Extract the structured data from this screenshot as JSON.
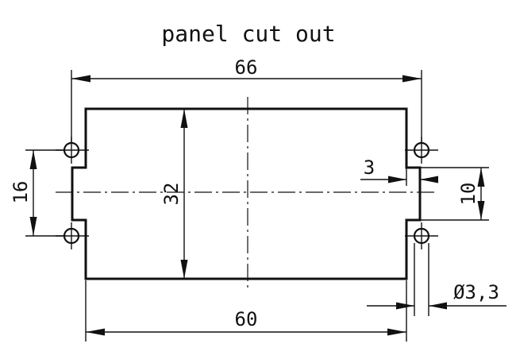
{
  "title": "panel cut out",
  "dimensions": {
    "overall_width": "66",
    "cutout_width": "60",
    "cutout_height": "32",
    "hole_spacing_vertical": "16",
    "notch_height": "10",
    "notch_depth": "3",
    "hole_diameter": "Ø3,3"
  }
}
